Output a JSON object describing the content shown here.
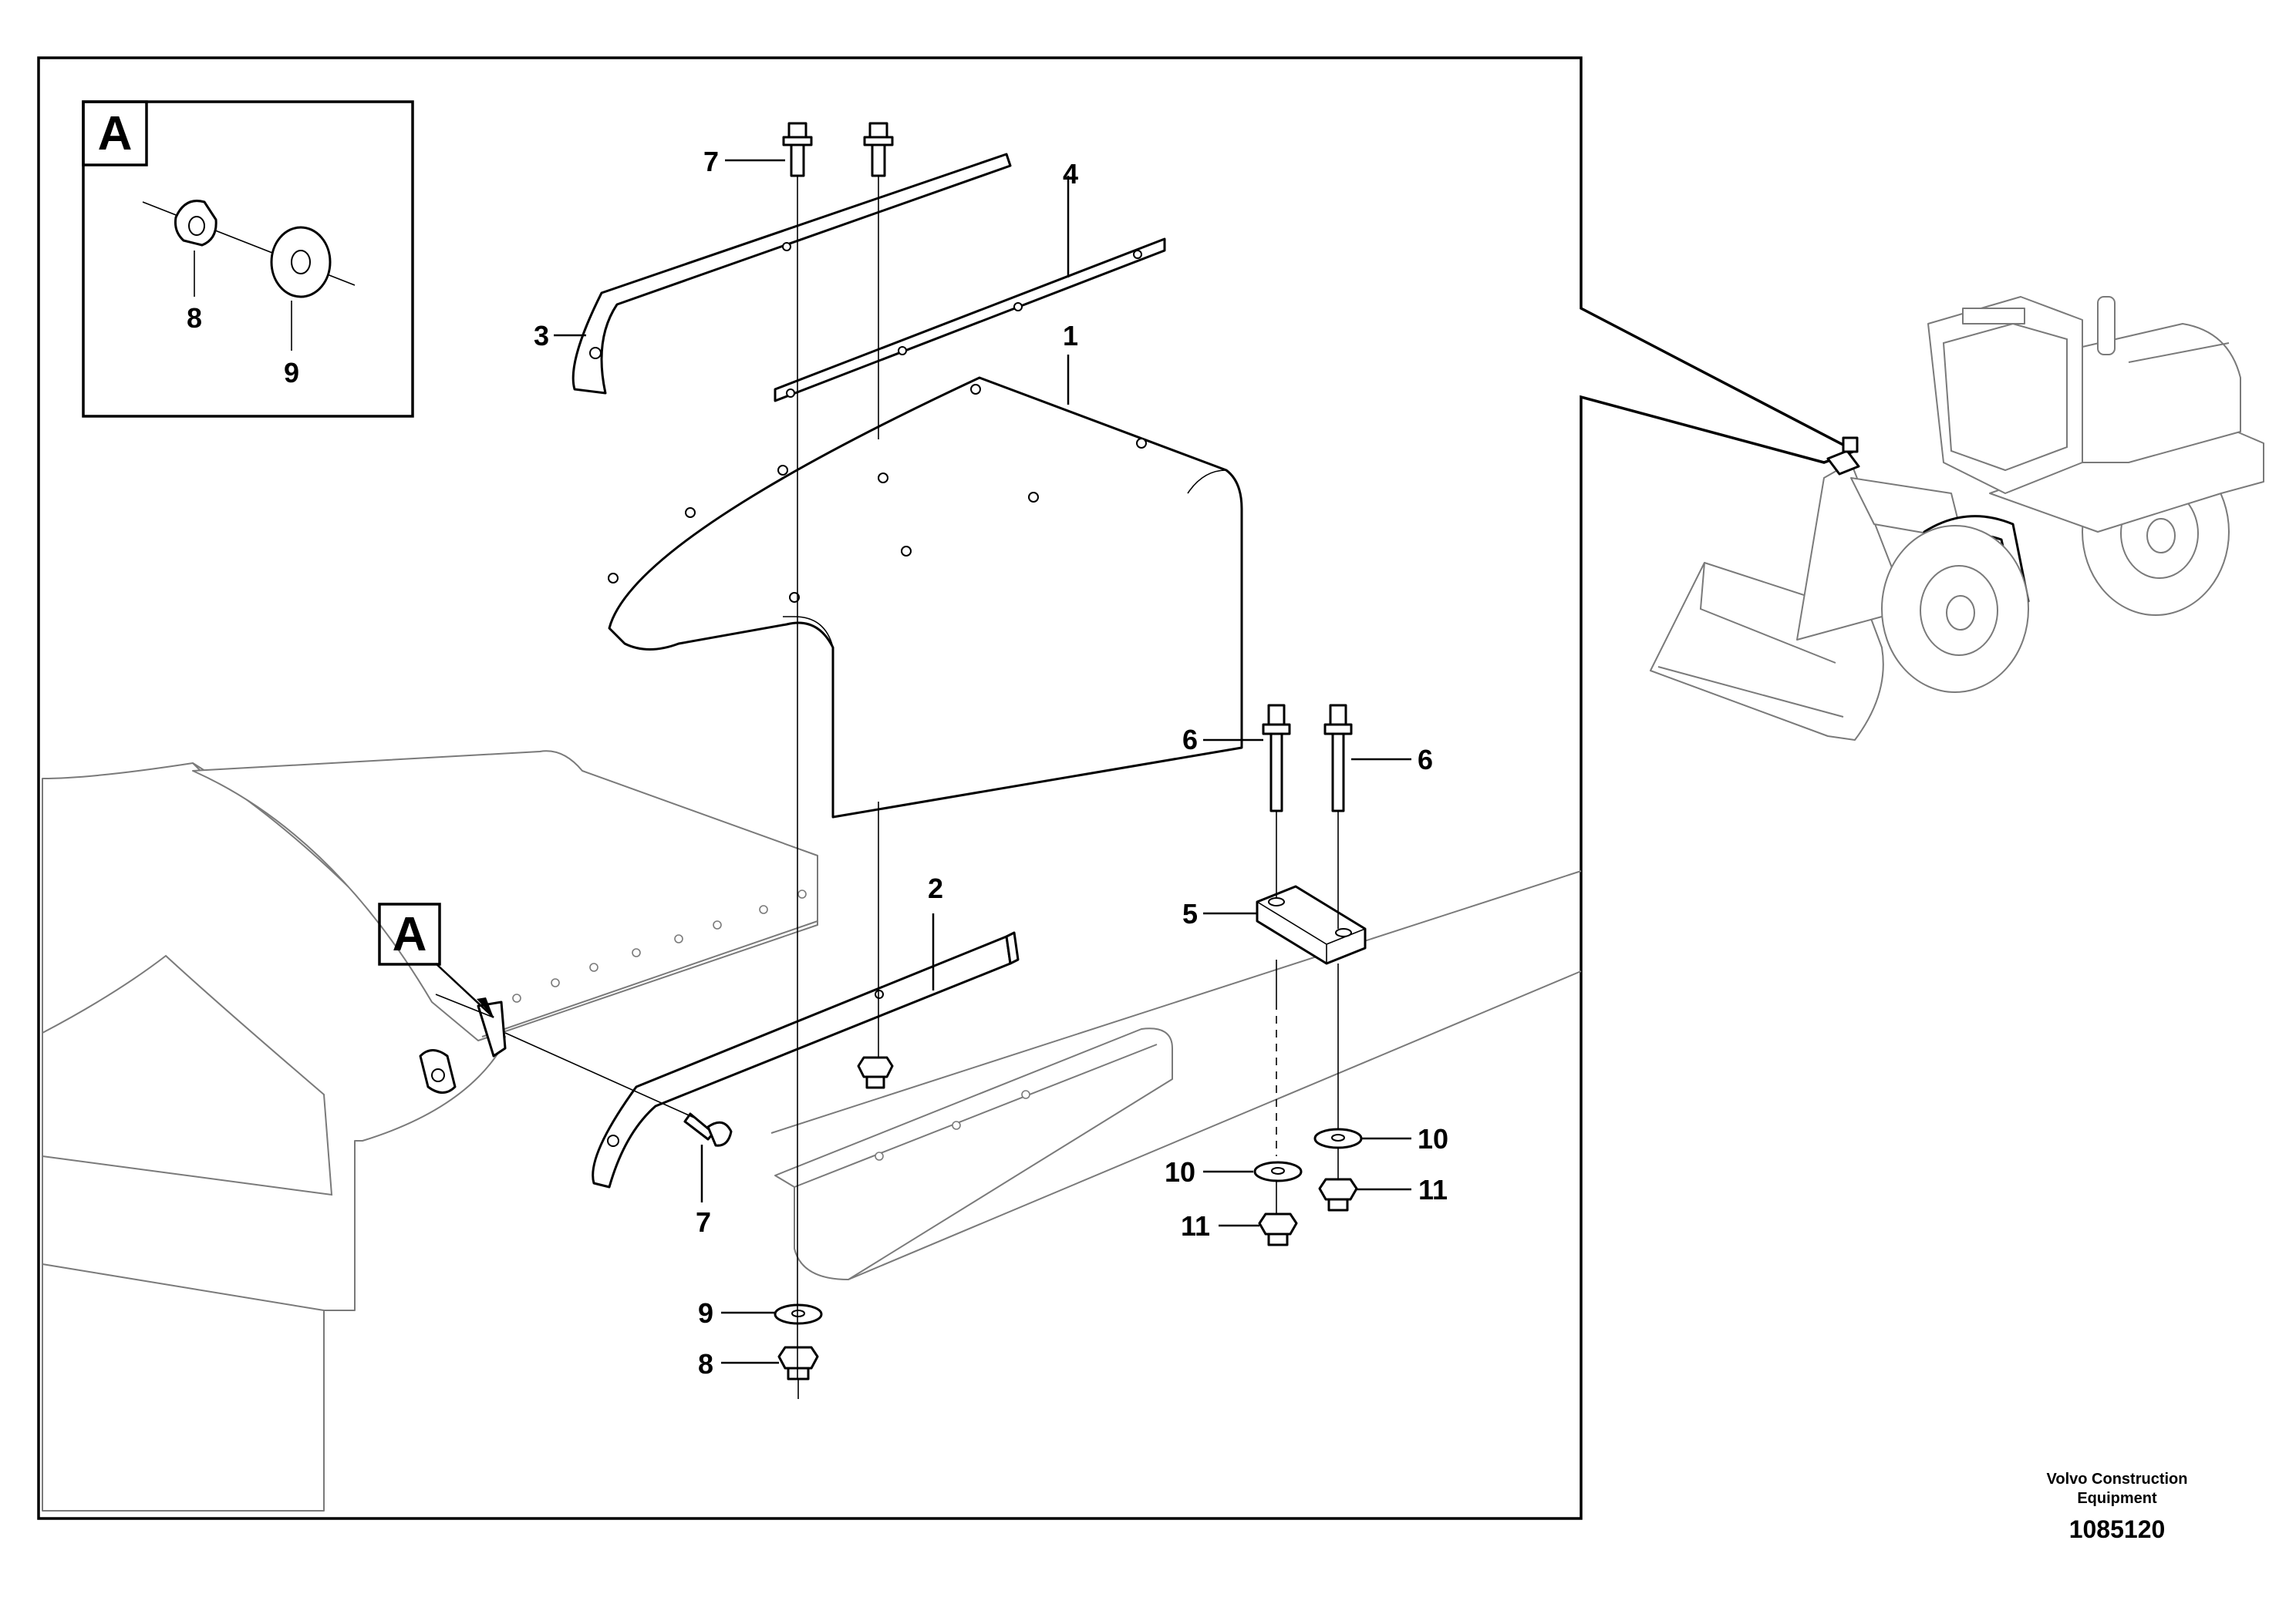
{
  "detail": {
    "letter": "A"
  },
  "callouts": {
    "c1": "1",
    "c2": "2",
    "c3": "3",
    "c4": "4",
    "c5": "5",
    "c6a": "6",
    "c6b": "6",
    "c7a": "7",
    "c7b": "7",
    "c8a": "8",
    "c8b": "8",
    "c9a": "9",
    "c9b": "9",
    "c10a": "10",
    "c10b": "10",
    "c11a": "11",
    "c11b": "11"
  },
  "footer": {
    "company_line1": "Volvo Construction",
    "company_line2": "Equipment",
    "drawing_number": "1085120"
  }
}
